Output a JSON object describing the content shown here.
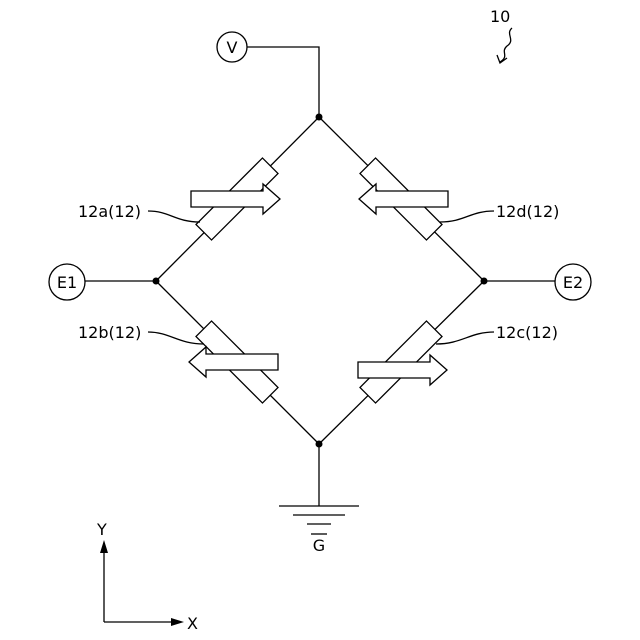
{
  "figure": {
    "ref_label": "10",
    "terminals": {
      "top": "V",
      "left": "E1",
      "right": "E2",
      "ground": "G"
    },
    "elements": {
      "top_left": "12a(12)",
      "bottom_left": "12b(12)",
      "bottom_right": "12c(12)",
      "top_right": "12d(12)"
    },
    "axes": {
      "y": "Y",
      "x": "X"
    }
  }
}
